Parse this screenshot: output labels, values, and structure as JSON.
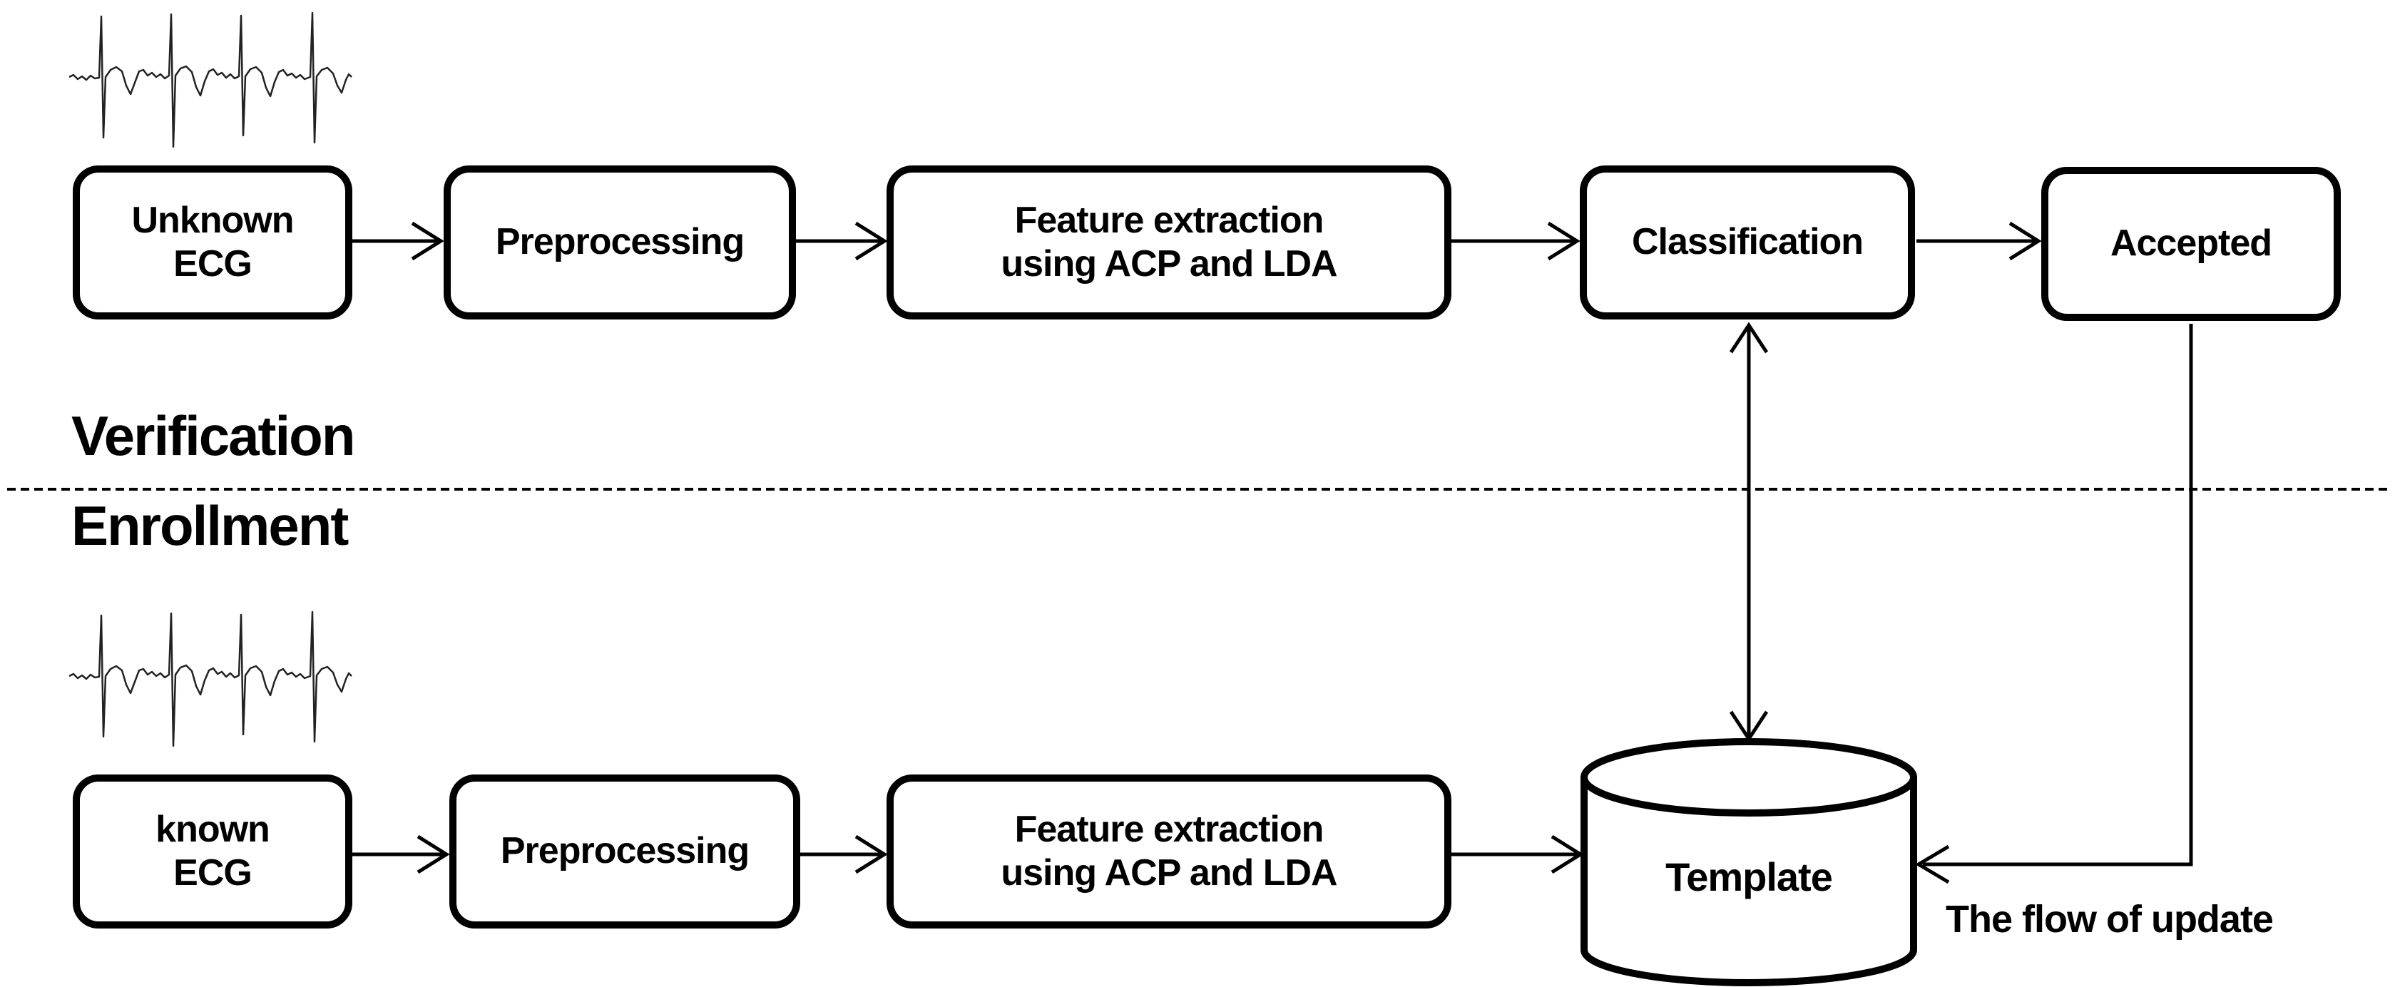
{
  "sections": {
    "verification": {
      "label": "Verification"
    },
    "enrollment": {
      "label": "Enrollment"
    }
  },
  "verification_flow": {
    "unknown_ecg": "Unknown\nECG",
    "preprocessing": "Preprocessing",
    "feature_extraction": "Feature extraction\nusing ACP and LDA",
    "classification": "Classification",
    "accepted": "Accepted"
  },
  "enrollment_flow": {
    "known_ecg": "known\nECG",
    "preprocessing": "Preprocessing",
    "feature_extraction": "Feature extraction\nusing ACP and LDA",
    "template_db": "Template"
  },
  "annotations": {
    "flow_of_update": "The flow of update"
  },
  "icons": {
    "ecg_waveform_top": "ecg-waveform-icon",
    "ecg_waveform_bottom": "ecg-waveform-icon"
  },
  "colors": {
    "line": "#000000",
    "background": "#ffffff",
    "waveform": "#222222"
  }
}
